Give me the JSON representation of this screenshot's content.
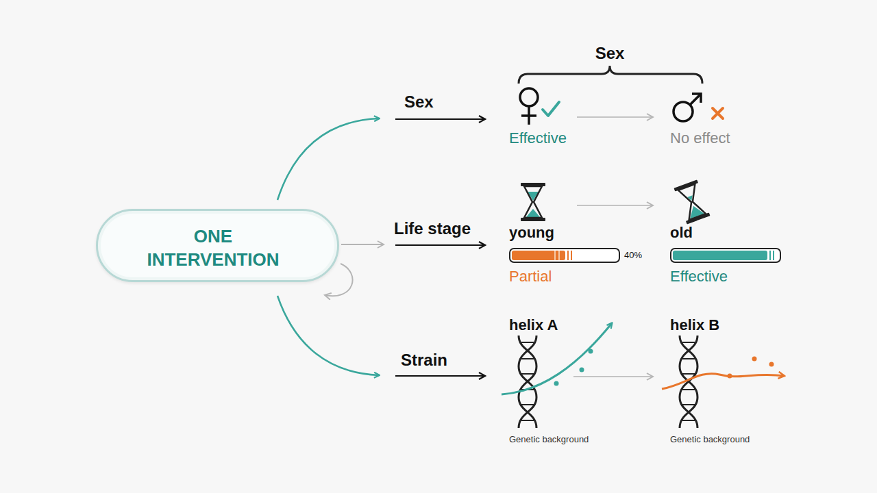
{
  "diagram": {
    "nodes": [
      {
        "text": [
          "ONE INTERVENTION"
        ]
      }
    ],
    "labels": [
      "Sex",
      "Sex",
      "Effective",
      "No effect",
      "Life stage",
      "young",
      "old",
      "40%",
      "Partial",
      "Effective",
      "helix A",
      "helix B",
      "Strain",
      "Genetic background",
      "Genetic background"
    ]
  }
}
